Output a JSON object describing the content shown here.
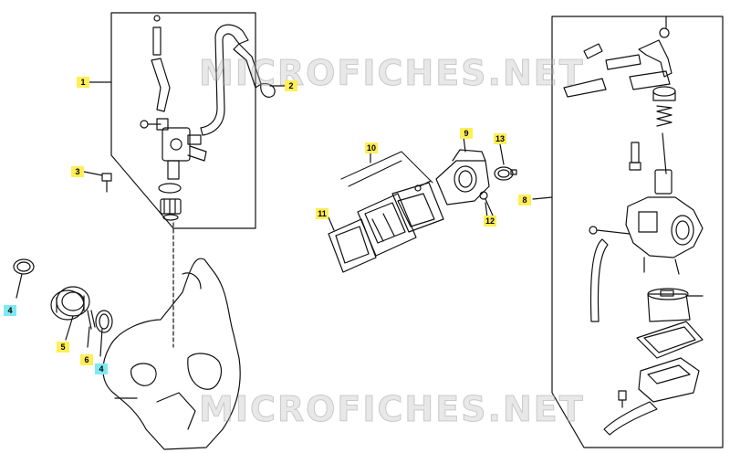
{
  "watermark": "MICROFICHES.NET",
  "colors": {
    "highlight_yellow": "#ffee55",
    "highlight_cyan": "#7fe9f2",
    "line": "#111111"
  },
  "callouts": {
    "c1": "1",
    "c2": "2",
    "c3": "3",
    "c4a": "4",
    "c4b": "4",
    "c5": "5",
    "c6": "6",
    "c8": "8",
    "c9": "9",
    "c10": "10",
    "c11": "11",
    "c12": "12",
    "c13": "13"
  }
}
